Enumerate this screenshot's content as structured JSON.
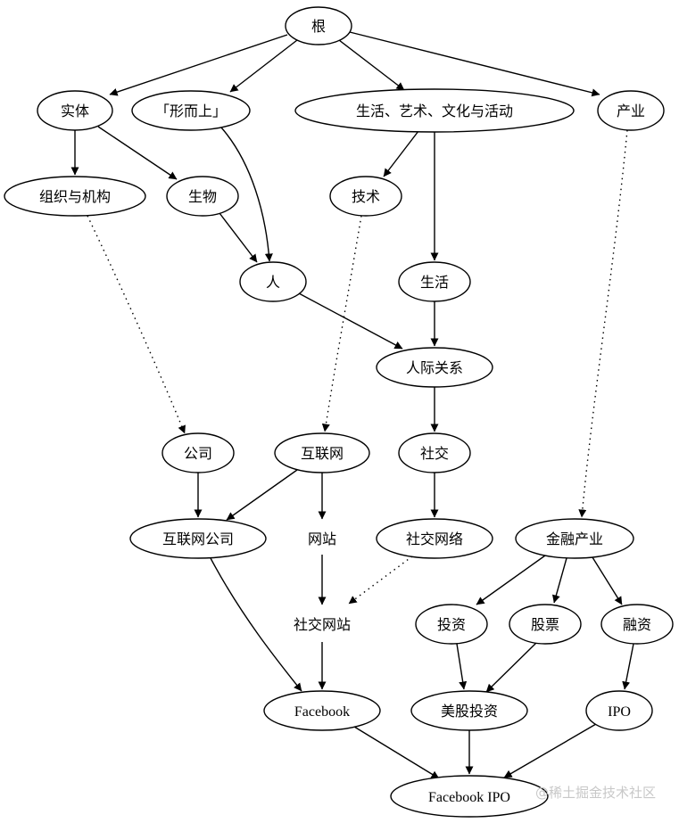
{
  "nodes": {
    "root": "根",
    "entity": "实体",
    "metaphysics": "「形而上」",
    "life_art": "生活、艺术、文化与活动",
    "industry": "产业",
    "organization": "组织与机构",
    "organism": "生物",
    "technology": "技术",
    "person": "人",
    "life": "生活",
    "relationships": "人际关系",
    "company": "公司",
    "internet": "互联网",
    "social": "社交",
    "internet_company": "互联网公司",
    "website": "网站",
    "social_network": "社交网络",
    "finance_industry": "金融产业",
    "social_website": "社交网站",
    "investment": "投资",
    "stocks": "股票",
    "financing": "融资",
    "facebook": "Facebook",
    "us_stock_investment": "美股投资",
    "ipo": "IPO",
    "facebook_ipo": "Facebook IPO"
  },
  "edges": [
    {
      "from": "root",
      "to": "entity",
      "style": "solid"
    },
    {
      "from": "root",
      "to": "metaphysics",
      "style": "solid"
    },
    {
      "from": "root",
      "to": "life_art",
      "style": "solid"
    },
    {
      "from": "root",
      "to": "industry",
      "style": "solid"
    },
    {
      "from": "entity",
      "to": "organization",
      "style": "solid"
    },
    {
      "from": "entity",
      "to": "organism",
      "style": "solid"
    },
    {
      "from": "metaphysics",
      "to": "person",
      "style": "solid"
    },
    {
      "from": "life_art",
      "to": "technology",
      "style": "solid"
    },
    {
      "from": "life_art",
      "to": "life",
      "style": "solid"
    },
    {
      "from": "industry",
      "to": "finance_industry",
      "style": "dotted"
    },
    {
      "from": "organization",
      "to": "company",
      "style": "dotted"
    },
    {
      "from": "organism",
      "to": "person",
      "style": "solid"
    },
    {
      "from": "technology",
      "to": "internet",
      "style": "dotted"
    },
    {
      "from": "person",
      "to": "relationships",
      "style": "solid"
    },
    {
      "from": "life",
      "to": "relationships",
      "style": "solid"
    },
    {
      "from": "relationships",
      "to": "social",
      "style": "solid"
    },
    {
      "from": "company",
      "to": "internet_company",
      "style": "solid"
    },
    {
      "from": "internet",
      "to": "internet_company",
      "style": "solid"
    },
    {
      "from": "internet",
      "to": "website",
      "style": "solid"
    },
    {
      "from": "social",
      "to": "social_network",
      "style": "solid"
    },
    {
      "from": "website",
      "to": "social_website",
      "style": "solid"
    },
    {
      "from": "social_network",
      "to": "social_website",
      "style": "dotted"
    },
    {
      "from": "internet_company",
      "to": "facebook",
      "style": "solid"
    },
    {
      "from": "social_website",
      "to": "facebook",
      "style": "solid"
    },
    {
      "from": "finance_industry",
      "to": "investment",
      "style": "solid"
    },
    {
      "from": "finance_industry",
      "to": "stocks",
      "style": "solid"
    },
    {
      "from": "finance_industry",
      "to": "financing",
      "style": "solid"
    },
    {
      "from": "investment",
      "to": "us_stock_investment",
      "style": "solid"
    },
    {
      "from": "stocks",
      "to": "us_stock_investment",
      "style": "solid"
    },
    {
      "from": "financing",
      "to": "ipo",
      "style": "solid"
    },
    {
      "from": "facebook",
      "to": "facebook_ipo",
      "style": "solid"
    },
    {
      "from": "us_stock_investment",
      "to": "facebook_ipo",
      "style": "solid"
    },
    {
      "from": "ipo",
      "to": "facebook_ipo",
      "style": "solid"
    }
  ],
  "watermark": "@稀土掘金技术社区"
}
